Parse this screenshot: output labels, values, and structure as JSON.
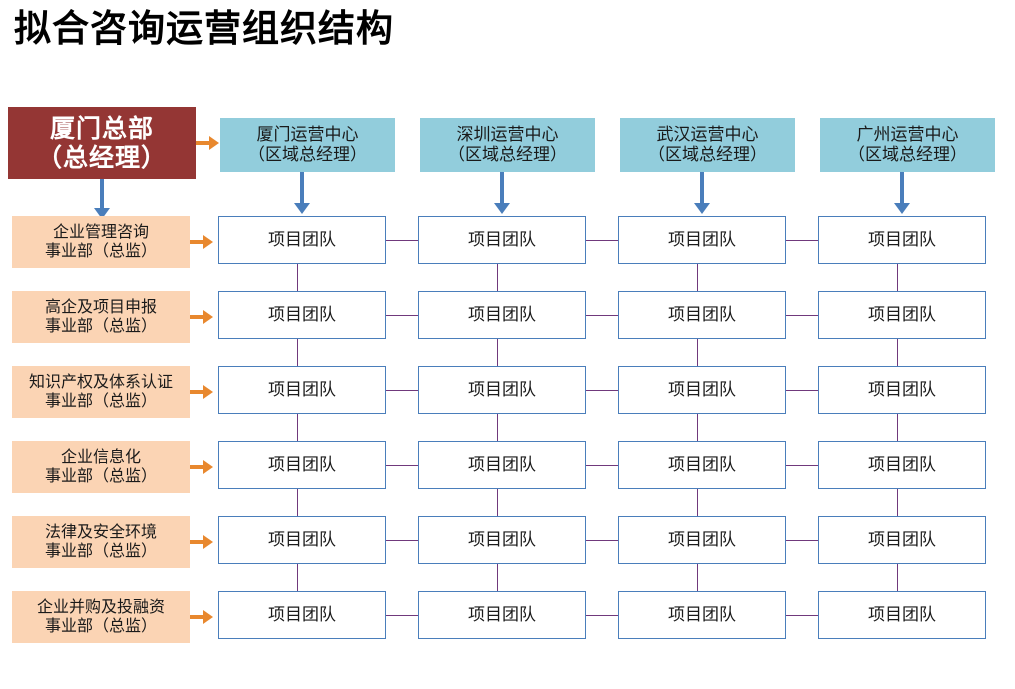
{
  "title": "拟合咨询运营组织结构",
  "headquarters": {
    "name": "厦门总部",
    "role": "（总经理）",
    "color": "#943634"
  },
  "operation_centers": {
    "color": "#92CDDC",
    "role": "（区域总经理）",
    "items": [
      {
        "name": "厦门运营中心",
        "role": "（区域总经理）"
      },
      {
        "name": "深圳运营中心",
        "role": "（区域总经理）"
      },
      {
        "name": "武汉运营中心",
        "role": "（区域总经理）"
      },
      {
        "name": "广州运营中心",
        "role": "（区域总经理）"
      }
    ]
  },
  "departments": {
    "color": "#FBD4B4",
    "role": "事业部（总监）",
    "items": [
      {
        "name": "企业管理咨询",
        "role": "事业部（总监）"
      },
      {
        "name": "高企及项目申报",
        "role": "事业部（总监）"
      },
      {
        "name": "知识产权及体系认证",
        "role": "事业部（总监）"
      },
      {
        "name": "企业信息化",
        "role": "事业部（总监）"
      },
      {
        "name": "法律及安全环境",
        "role": "事业部（总监）"
      },
      {
        "name": "企业并购及投融资",
        "role": "事业部（总监）"
      }
    ]
  },
  "project_team": {
    "label": "项目团队",
    "border_color": "#4A7EBB",
    "rows": 6,
    "columns": 4
  },
  "connector_colors": {
    "vertical_blue": "#4A7EBB",
    "horizontal_orange": "#E8882E",
    "grid_purple": "#70397C"
  }
}
